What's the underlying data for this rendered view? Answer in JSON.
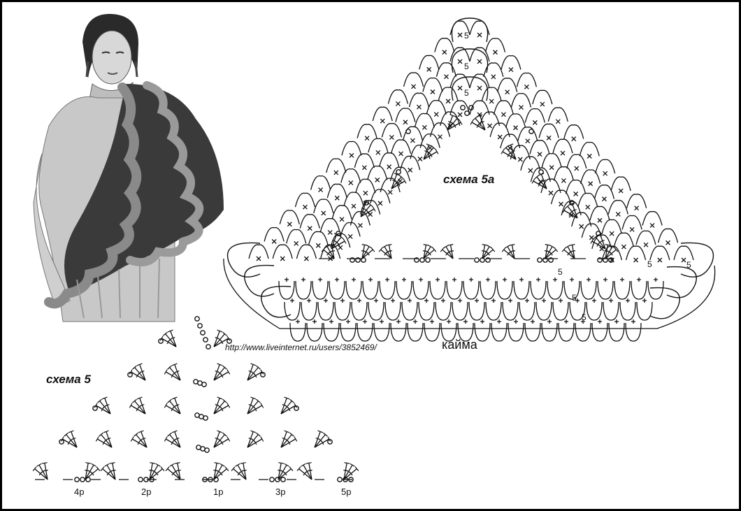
{
  "diagram": {
    "schema5_title": "схема 5",
    "schema5a_title": "схема 5а",
    "border_label": "кайма",
    "url": "http://www.liveinternet.ru/users/3852469/",
    "row_labels": [
      "4р",
      "2р",
      "1р",
      "3р",
      "5р"
    ],
    "chain_count_label": "5"
  },
  "photo": {
    "description_icon": "woman-shawl-photo"
  }
}
